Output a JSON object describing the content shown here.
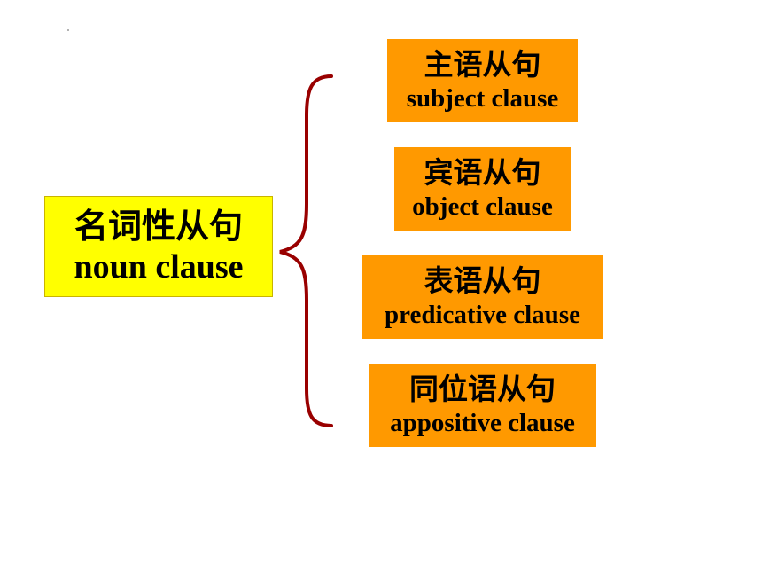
{
  "root": {
    "zh": "名词性从句",
    "en": "noun clause"
  },
  "branches": [
    {
      "zh": "主语从句",
      "en": "subject clause"
    },
    {
      "zh": "宾语从句",
      "en": "object clause"
    },
    {
      "zh": "表语从句",
      "en": "predicative clause"
    },
    {
      "zh": "同位语从句",
      "en": "appositive clause"
    }
  ],
  "colors": {
    "root_fill": "#ffff00",
    "branch_fill": "#ff9900",
    "brace": "#990000"
  }
}
